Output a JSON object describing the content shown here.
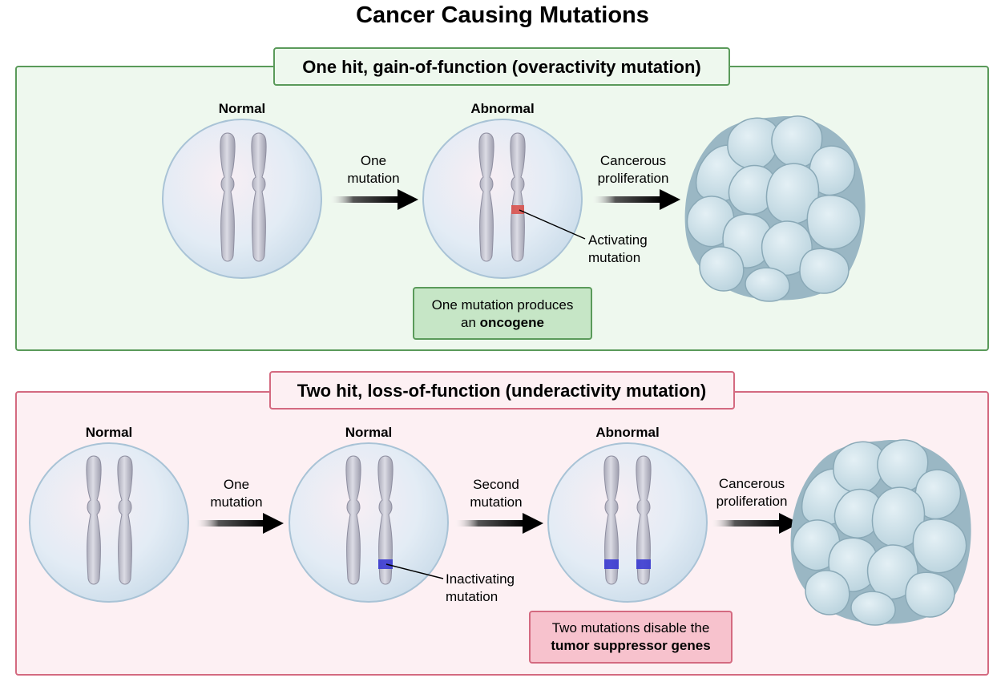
{
  "title": "Cancer Causing Mutations",
  "panel_gain": {
    "title": "One hit, gain-of-function (overactivity mutation)",
    "stage_normal": "Normal",
    "stage_abnormal": "Abnormal",
    "arrow1_line1": "One",
    "arrow1_line2": "mutation",
    "arrow2_line1": "Cancerous",
    "arrow2_line2": "proliferation",
    "callout_line1": "Activating",
    "callout_line2": "mutation",
    "note_line1": "One mutation produces",
    "note_line2_pre": "an ",
    "note_line2_bold": "oncogene"
  },
  "panel_loss": {
    "title": "Two hit, loss-of-function (underactivity mutation)",
    "stage1": "Normal",
    "stage2": "Normal",
    "stage3": "Abnormal",
    "arrow1_line1": "One",
    "arrow1_line2": "mutation",
    "arrow2_line1": "Second",
    "arrow2_line2": "mutation",
    "arrow3_line1": "Cancerous",
    "arrow3_line2": "proliferation",
    "callout_line1": "Inactivating",
    "callout_line2": "mutation",
    "note_line1": "Two mutations disable the",
    "note_line2_bold": "tumor suppressor genes"
  },
  "colors": {
    "gain_border": "#5a9a5a",
    "gain_bg": "#eef8ee",
    "gain_note_bg": "#c6e6c6",
    "loss_border": "#d46a80",
    "loss_bg": "#fdf0f3",
    "loss_note_bg": "#f7c2cd",
    "activating_band": "#d9534f",
    "inactivating_band": "#3b3bd1",
    "cell_fill": "#dde9f3",
    "chromosome": "#c9c9d3",
    "tumor_cell": "#c9dfe8"
  }
}
